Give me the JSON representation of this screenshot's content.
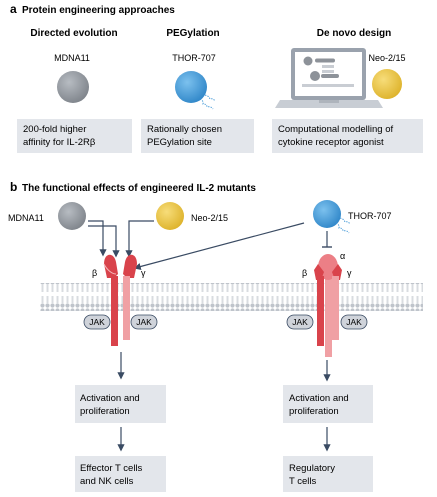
{
  "panel_a": {
    "letter": "a",
    "title": "Protein engineering approaches",
    "approaches": [
      {
        "heading": "Directed evolution",
        "molecule": "MDNA11",
        "desc_line1": "200-fold higher",
        "desc_line2": "affinity for IL-2Rβ"
      },
      {
        "heading": "PEGylation",
        "molecule": "THOR-707",
        "desc_line1": "Rationally chosen",
        "desc_line2": "PEGylation site"
      },
      {
        "heading": "De novo design",
        "molecule": "Neo-2/15",
        "desc_line1": "Computational modelling of",
        "desc_line2": "cytokine receptor agonist"
      }
    ]
  },
  "panel_b": {
    "letter": "b",
    "title": "The functional effects of engineered IL-2 mutants",
    "left": {
      "molecule_left": "MDNA11",
      "molecule_right": "Neo-2/15",
      "beta_label": "β",
      "gamma_label": "γ",
      "jak_left": "JAK",
      "jak_right": "JAK",
      "effect1_line1": "Activation and",
      "effect1_line2": "proliferation",
      "effect2_line1": "Effector T cells",
      "effect2_line2": "and NK cells"
    },
    "right": {
      "molecule": "THOR-707",
      "alpha_label": "α",
      "beta_label": "β",
      "gamma_label": "γ",
      "jak_left": "JAK",
      "jak_right": "JAK",
      "effect1_line1": "Activation and",
      "effect1_line2": "proliferation",
      "effect2_line1": "Regulatory",
      "effect2_line2": "T cells"
    }
  },
  "colors": {
    "grey_molecule": "#8d9299",
    "blue_molecule": "#3f96d6",
    "yellow_molecule": "#e9c33d",
    "receptor_red": "#d9434b",
    "receptor_pink": "#f0a0a4",
    "alpha_pink": "#ec7f86",
    "box_bg": "#e3e6eb",
    "arrow": "#3a4b63",
    "jak_bg": "#cfd3da"
  }
}
